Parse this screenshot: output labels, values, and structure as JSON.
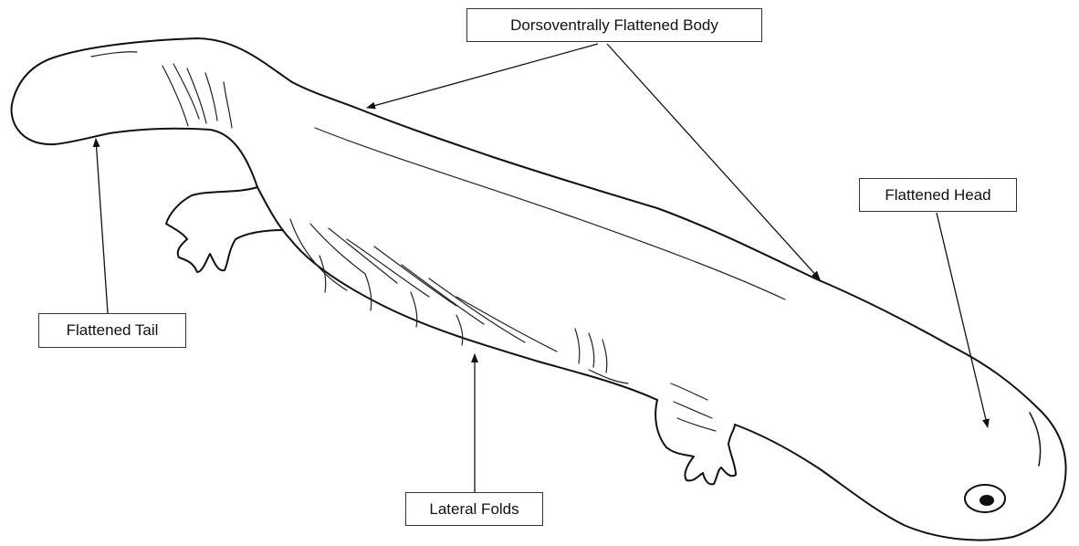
{
  "labels": {
    "body": "Dorsoventrally Flattened Body",
    "head": "Flattened Head",
    "tail": "Flattened Tail",
    "folds": "Lateral Folds"
  },
  "colors": {
    "ink": "#111111",
    "background": "#ffffff"
  }
}
